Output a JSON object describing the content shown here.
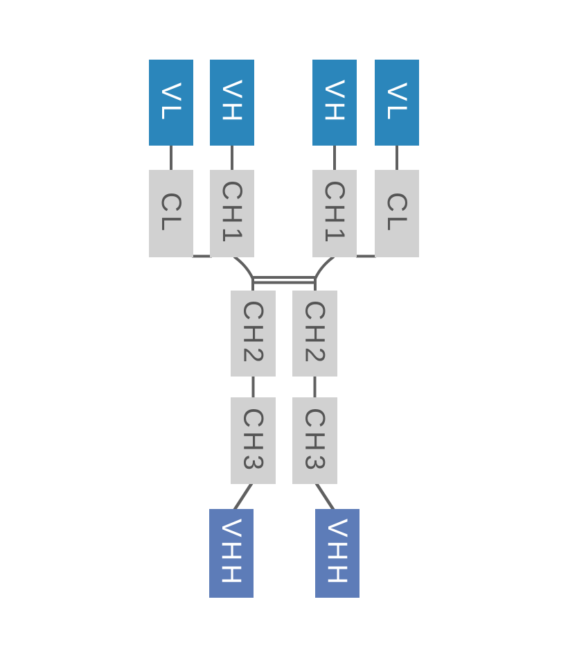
{
  "colors": {
    "variable_domain_fill": "#2b86bb",
    "constant_domain_fill": "#d1d1d1",
    "vhh_domain_fill": "#5d7cb8",
    "line": "#606060",
    "constant_label": "#555555",
    "light_label": "#ffffff",
    "background": "#ffffff"
  },
  "domains": [
    {
      "id": "vl-left",
      "label": "VL",
      "kind": "variable"
    },
    {
      "id": "vh-left",
      "label": "VH",
      "kind": "variable"
    },
    {
      "id": "vh-right",
      "label": "VH",
      "kind": "variable"
    },
    {
      "id": "vl-right",
      "label": "VL",
      "kind": "variable"
    },
    {
      "id": "cl-left",
      "label": "CL",
      "kind": "constant"
    },
    {
      "id": "ch1-left",
      "label": "CH1",
      "kind": "constant"
    },
    {
      "id": "ch1-right",
      "label": "CH1",
      "kind": "constant"
    },
    {
      "id": "cl-right",
      "label": "CL",
      "kind": "constant"
    },
    {
      "id": "ch2-left",
      "label": "CH2",
      "kind": "constant"
    },
    {
      "id": "ch2-right",
      "label": "CH2",
      "kind": "constant"
    },
    {
      "id": "ch3-left",
      "label": "CH3",
      "kind": "constant"
    },
    {
      "id": "ch3-right",
      "label": "CH3",
      "kind": "constant"
    },
    {
      "id": "vhh-left",
      "label": "VHH",
      "kind": "vhh"
    },
    {
      "id": "vhh-right",
      "label": "VHH",
      "kind": "vhh"
    }
  ]
}
